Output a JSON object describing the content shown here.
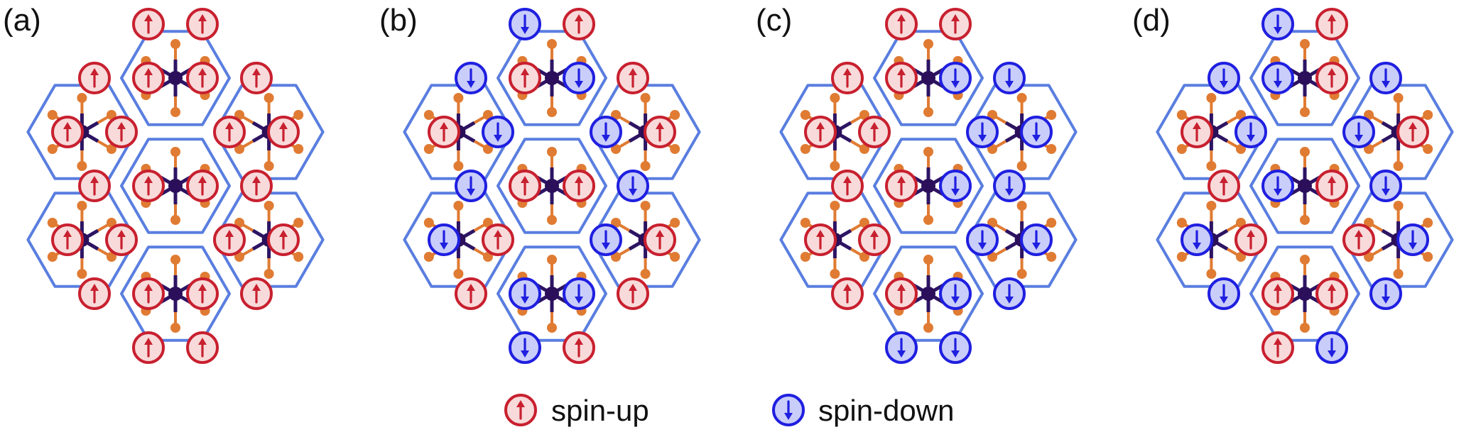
{
  "colors": {
    "up_stroke": "#c8202f",
    "up_fill": "#f8dada",
    "down_stroke": "#1f1fe0",
    "down_fill": "#c9cdfa",
    "hex_edge": "#5a7ee0",
    "center_node": "#2b0f5a",
    "inner_spoke": "#2d1463",
    "outer_spoke": "#e07b33",
    "outer_node": "#e07b33"
  },
  "icons": {
    "spin_up": "arrow-up-in-circle",
    "spin_down": "arrow-down-in-circle",
    "molecule": "six-spoke-star-cluster"
  },
  "panels": [
    {
      "label": "(a)",
      "spins": [
        "u",
        "u",
        "u",
        "u",
        "u",
        "u",
        "u",
        "u",
        "u",
        "u",
        "u",
        "u",
        "u",
        "u",
        "u",
        "u",
        "u",
        "u",
        "u",
        "u",
        "u",
        "u",
        "u",
        "u"
      ]
    },
    {
      "label": "(b)",
      "spins": [
        "d",
        "u",
        "d",
        "u",
        "d",
        "u",
        "u",
        "d",
        "d",
        "u",
        "d",
        "u",
        "u",
        "d",
        "d",
        "u",
        "d",
        "u",
        "u",
        "d",
        "d",
        "u",
        "d",
        "u"
      ]
    },
    {
      "label": "(c)",
      "spins": [
        "u",
        "u",
        "u",
        "u",
        "d",
        "d",
        "u",
        "u",
        "d",
        "d",
        "u",
        "u",
        "d",
        "d",
        "u",
        "u",
        "d",
        "d",
        "u",
        "u",
        "d",
        "d",
        "d",
        "d"
      ]
    },
    {
      "label": "(d)",
      "spins": [
        "d",
        "u",
        "d",
        "d",
        "u",
        "d",
        "u",
        "d",
        "d",
        "u",
        "u",
        "d",
        "u",
        "d",
        "d",
        "u",
        "u",
        "d",
        "d",
        "u",
        "u",
        "d",
        "u",
        "d"
      ]
    }
  ],
  "legend": {
    "up_label": "spin-up",
    "down_label": "spin-down"
  }
}
